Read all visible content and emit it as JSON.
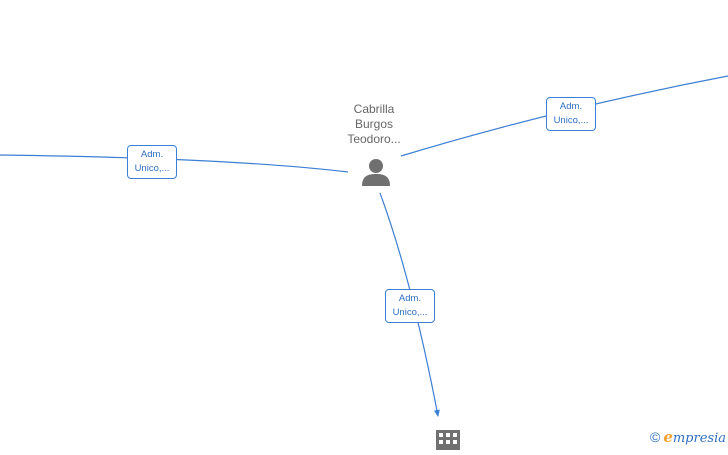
{
  "person": {
    "name_lines": [
      "Cabrilla",
      "Burgos",
      "Teodoro..."
    ],
    "icon": "person-icon"
  },
  "company": {
    "icon": "building-icon"
  },
  "edges": [
    {
      "id": "left",
      "label_lines": [
        "Adm.",
        "Unico,..."
      ]
    },
    {
      "id": "right",
      "label_lines": [
        "Adm.",
        "Unico,..."
      ]
    },
    {
      "id": "down",
      "label_lines": [
        "Adm.",
        "Unico,..."
      ]
    }
  ],
  "watermark": {
    "copyright_symbol": "©",
    "brand_initial": "e",
    "brand_rest": "mpresia"
  },
  "colors": {
    "edge": "#3b7fd4",
    "node_icon": "#707070",
    "label_text": "#2f6fc4"
  }
}
